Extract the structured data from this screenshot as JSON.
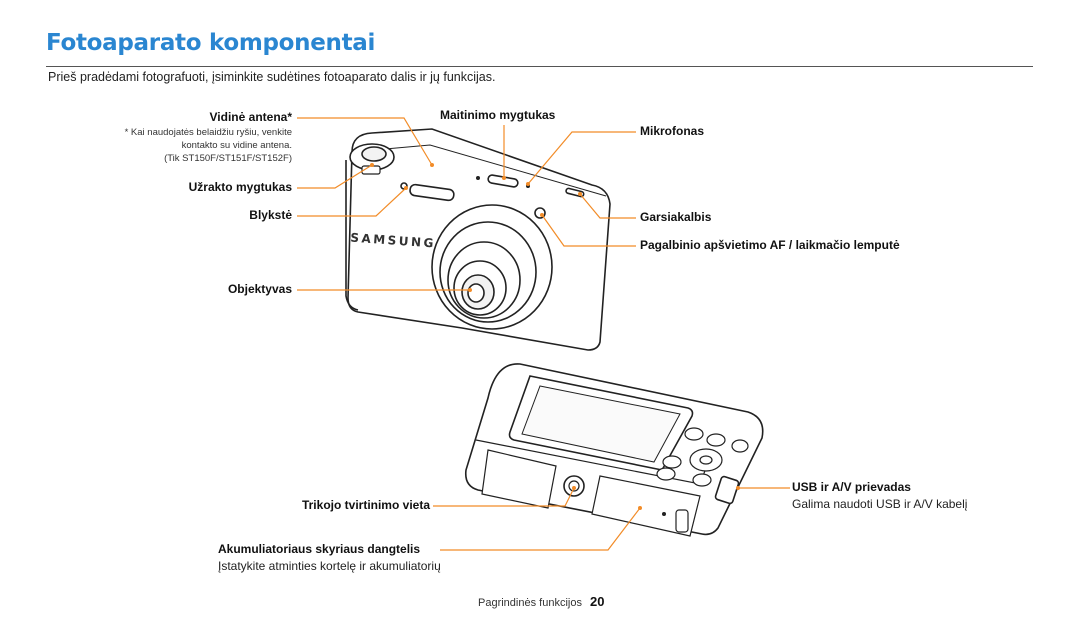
{
  "page": {
    "title": "Fotoaparato komponentai",
    "intro": "Prieš pradėdami fotografuoti, įsiminkite sudėtines fotoaparato dalis ir jų funkcijas.",
    "footer_section": "Pagrindinės funkcijos",
    "page_number": "20"
  },
  "front_labels": {
    "antenna": "Vidinė antena*",
    "antenna_note_1": "* Kai naudojatės belaidžiu ryšiu, venkite",
    "antenna_note_2": "kontakto su vidine antena.",
    "antenna_note_3": "(Tik ST150F/ST151F/ST152F)",
    "shutter": "Užrakto mygtukas",
    "flash": "Blykstė",
    "lens": "Objektyvas",
    "power": "Maitinimo mygtukas",
    "microphone": "Mikrofonas",
    "speaker": "Garsiakalbis",
    "af_lamp": "Pagalbinio apšvietimo AF / laikmačio lemputė",
    "brand": "SAMSUNG"
  },
  "back_labels": {
    "tripod": "Trikojo tvirtinimo vieta",
    "battery_cover": "Akumuliatoriaus skyriaus dangtelis",
    "battery_cover_desc": "Įstatykite atminties kortelę ir akumuliatorių",
    "usb": "USB ir A/V prievadas",
    "usb_desc": "Galima naudoti USB ir A/V kabelį"
  },
  "colors": {
    "title": "#2a86d1",
    "callout": "#f28c28"
  }
}
